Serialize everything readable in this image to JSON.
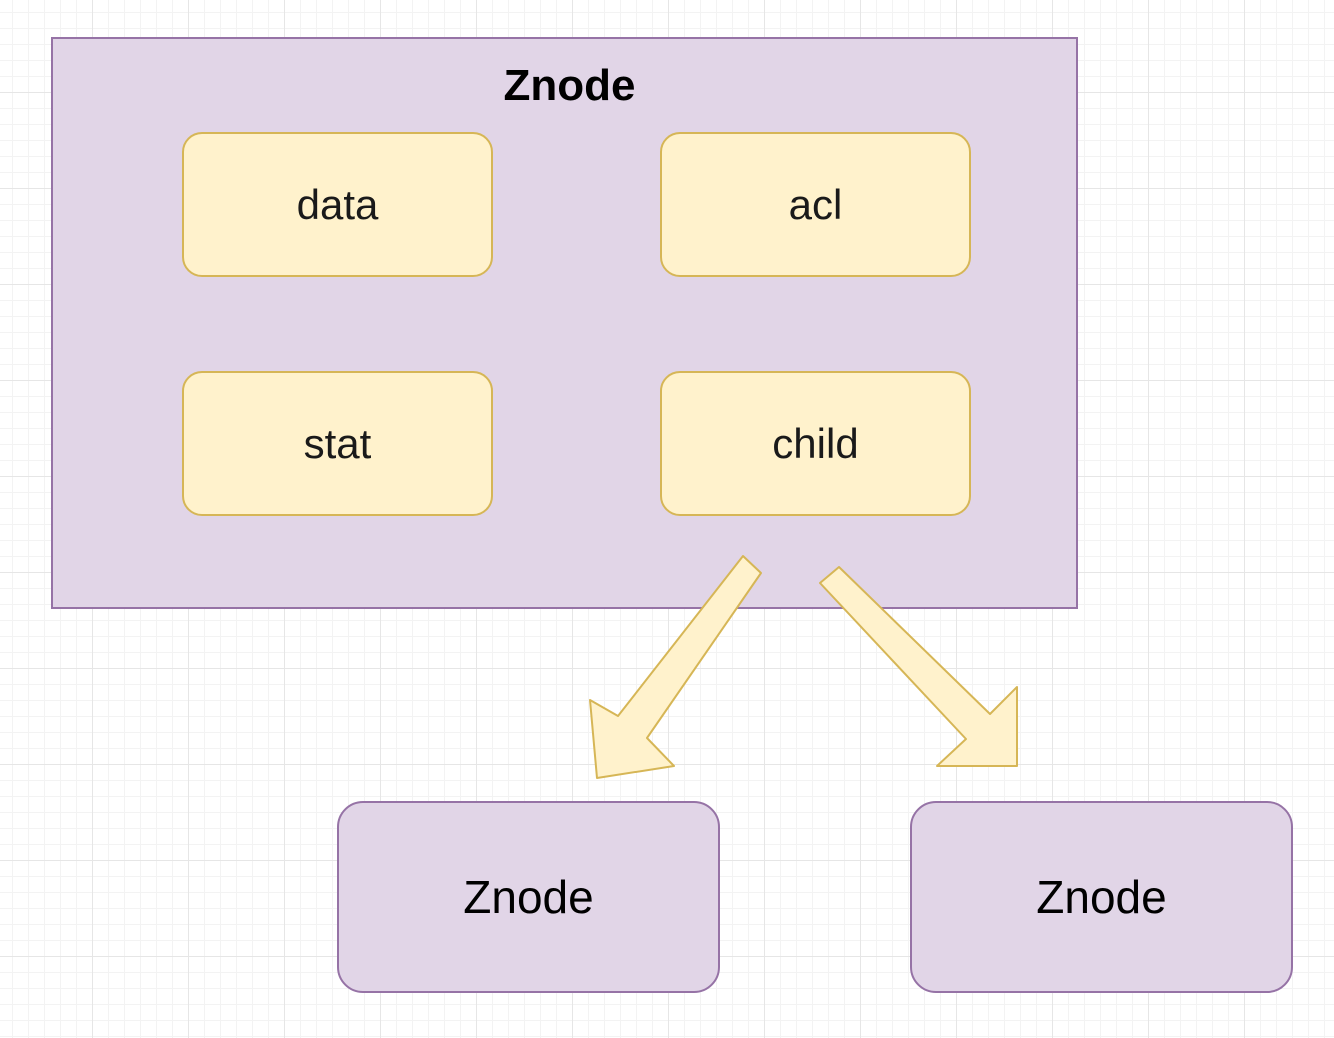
{
  "diagram": {
    "parent": {
      "title": "Znode",
      "fields": [
        "data",
        "acl",
        "stat",
        "child"
      ]
    },
    "children": [
      {
        "label": "Znode"
      },
      {
        "label": "Znode"
      }
    ],
    "colors": {
      "node_fill": "#e1d5e7",
      "node_stroke": "#9673a6",
      "field_fill": "#fff2cc",
      "field_stroke": "#d6b656"
    }
  }
}
